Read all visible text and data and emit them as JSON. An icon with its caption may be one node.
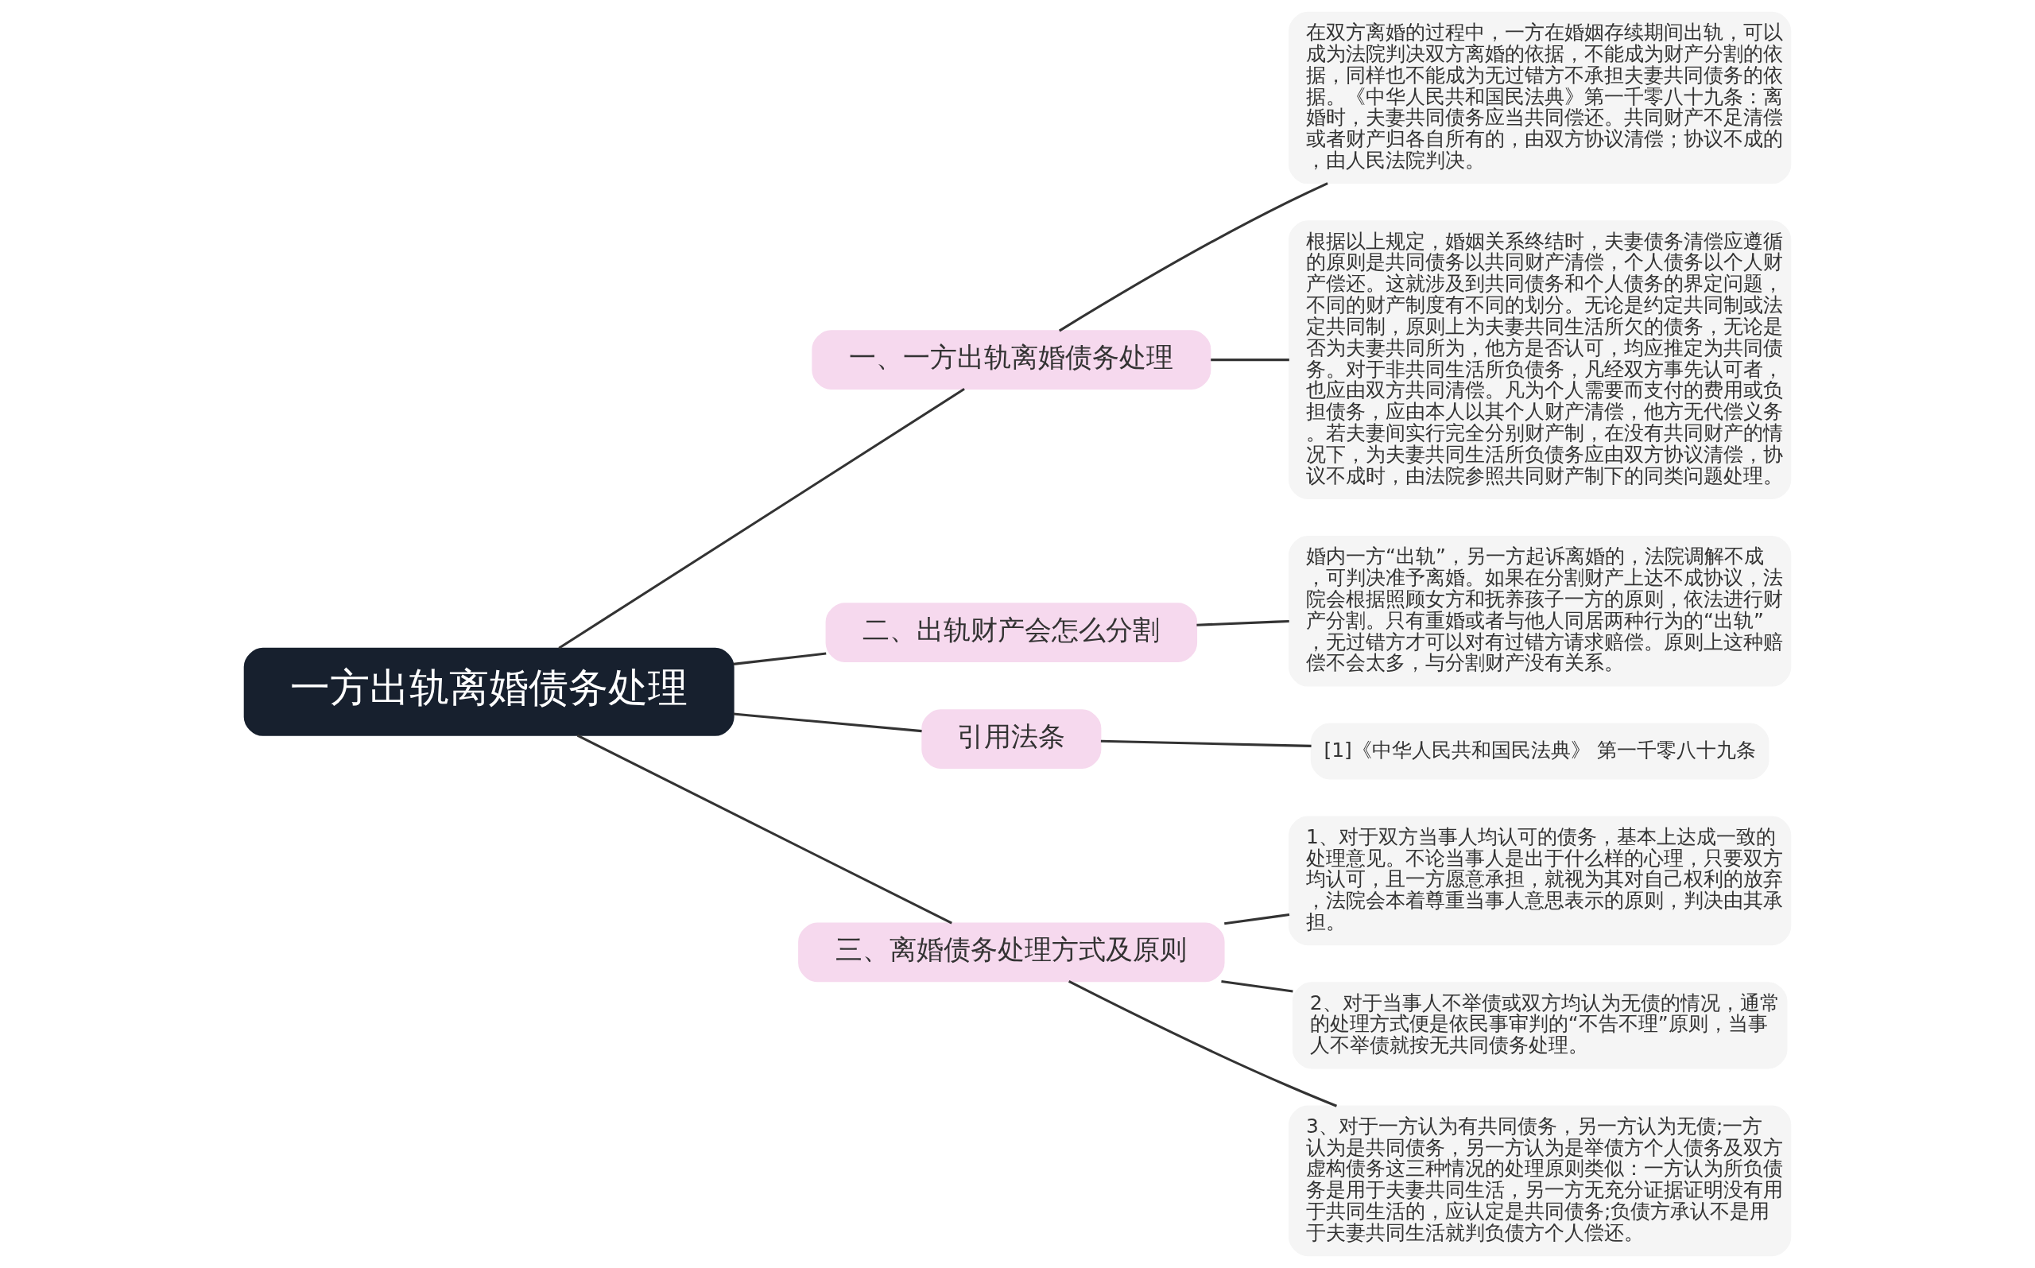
{
  "diagram": {
    "nodes": [
      {
        "text": [
          "一方出轨离婚债务处理"
        ]
      },
      {
        "text": [
          "一、一方出轨离婚债务处理"
        ]
      },
      {
        "text": [
          "在双方离婚的过程中，一方在婚姻存续期间出轨，可以成为法院判决双方离婚的依据，不能成为财产分割的依据，同样也不能成为无过错方不承担夫妻共同债务的依据。《中华人民共和国民法典》第一千零八十九条：离婚时，夫妻共同债务应当共同偿还。共同财产不足清偿或者财产归各自所有的，由双方协议清偿；协议不成的，由人民法院判决。"
        ]
      },
      {
        "text": [
          "根据以上规定，婚姻关系终结时，夫妻债务清偿应遵循的原则是共同债务以共同财产清偿，个人债务以个人财产偿还。这就涉及到共同债务和个人债务的界定问题，不同的财产制度有不同的划分。无论是约定共同制或法定共同制，原则上为夫妻共同生活所欠的债务，无论是否为夫妻共同所为，他方是否认可，均应推定为共同债务。对于非共同生活所负债务，凡经双方事先认可者，也应由双方共同清偿。凡为个人需要而支付的费用或负担债务，应由本人以其个人财产清偿，他方无代偿义务。若夫妻间实行完全分别财产制，在没有共同财产的情况下，为夫妻共同生活所负债务应由双方协议清偿，协议不成时，由法院参照共同财产制下的同类问题处理。"
        ]
      },
      {
        "text": [
          "二、出轨财产会怎么分割"
        ]
      },
      {
        "text": [
          "婚内一方“出轨”，另一方起诉离婚的，法院调解不成，可判决准予离婚。如果在分割财产上达不成协议，法院会根据照顾女方和抚养孩子一方的原则，依法进行财产分割。只有重婚或者与他人同居两种行为的“出轨”，无过错方才可以对有过错方请求赔偿。原则上这种赔偿不会太多，与分割财产没有关系。"
        ]
      },
      {
        "text": [
          "引用法条"
        ]
      },
      {
        "text": [
          "[1]《中华人民共和国民法典》 第一千零八十九条"
        ]
      },
      {
        "text": [
          "三、离婚债务处理方式及原则"
        ]
      },
      {
        "text": [
          "1、对于双方当事人均认可的债务，基本上达成一致的处理意见。不论当事人是出于什么样的心理，只要双方均认可，且一方愿意承担，就视为其对自己权利的放弃，法院会本着尊重当事人意思表示的原则，判决由其承担。"
        ]
      },
      {
        "text": [
          "2、对于当事人不举债或双方均认为无债的情况，通常的处理方式便是依民事审判的“不告不理”原则，当事人不举债就按无共同债务处理。"
        ]
      },
      {
        "text": [
          "3、对于一方认为有共同债务，另一方认为无债;一方认为是共同债务，另一方认为是举债方个人债务及双方虚构债务这三种情况的处理原则类似：一方认为所负债务是用于夫妻共同生活，另一方无充分证据证明没有用于共同生活的，应认定是共同债务;负债方承认不是用于夫妻共同生活就判负债方个人偿还。"
        ]
      }
    ],
    "edges": [
      {
        "from": 0,
        "to": 1,
        "arrow": "none"
      },
      {
        "from": 1,
        "to": 2,
        "arrow": "none"
      },
      {
        "from": 1,
        "to": 3,
        "arrow": "none"
      },
      {
        "from": 0,
        "to": 4,
        "arrow": "none"
      },
      {
        "from": 4,
        "to": 5,
        "arrow": "none"
      },
      {
        "from": 0,
        "to": 6,
        "arrow": "none"
      },
      {
        "from": 6,
        "to": 7,
        "arrow": "none"
      },
      {
        "from": 0,
        "to": 8,
        "arrow": "none"
      },
      {
        "from": 8,
        "to": 9,
        "arrow": "none"
      },
      {
        "from": 8,
        "to": 10,
        "arrow": "none"
      },
      {
        "from": 8,
        "to": 11,
        "arrow": "none"
      }
    ]
  }
}
